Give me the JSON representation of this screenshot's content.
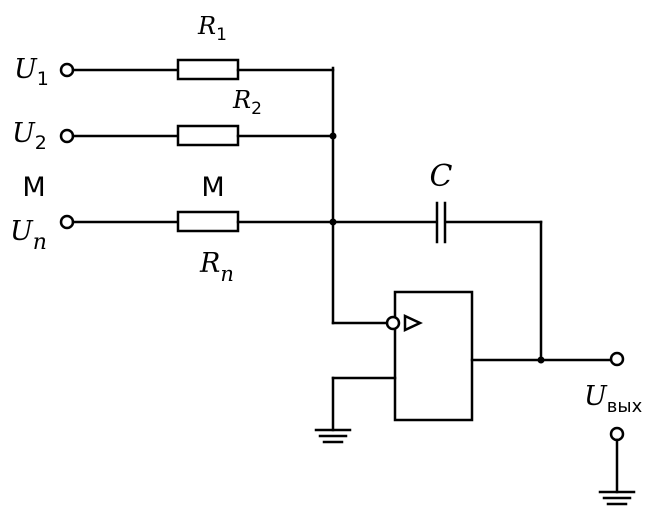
{
  "inputs": [
    {
      "symbol": "U",
      "subscript": "1",
      "resistor": "R",
      "resistor_subscript": "1"
    },
    {
      "symbol": "U",
      "subscript": "2",
      "resistor": "R",
      "resistor_subscript": "2"
    },
    {
      "symbol": "U",
      "subscript": "n",
      "resistor": "R",
      "resistor_subscript": "n"
    }
  ],
  "ellipsis_marks": [
    "M",
    "M"
  ],
  "capacitor": {
    "label": "C"
  },
  "output": {
    "symbol": "U",
    "subscript": "вых"
  }
}
